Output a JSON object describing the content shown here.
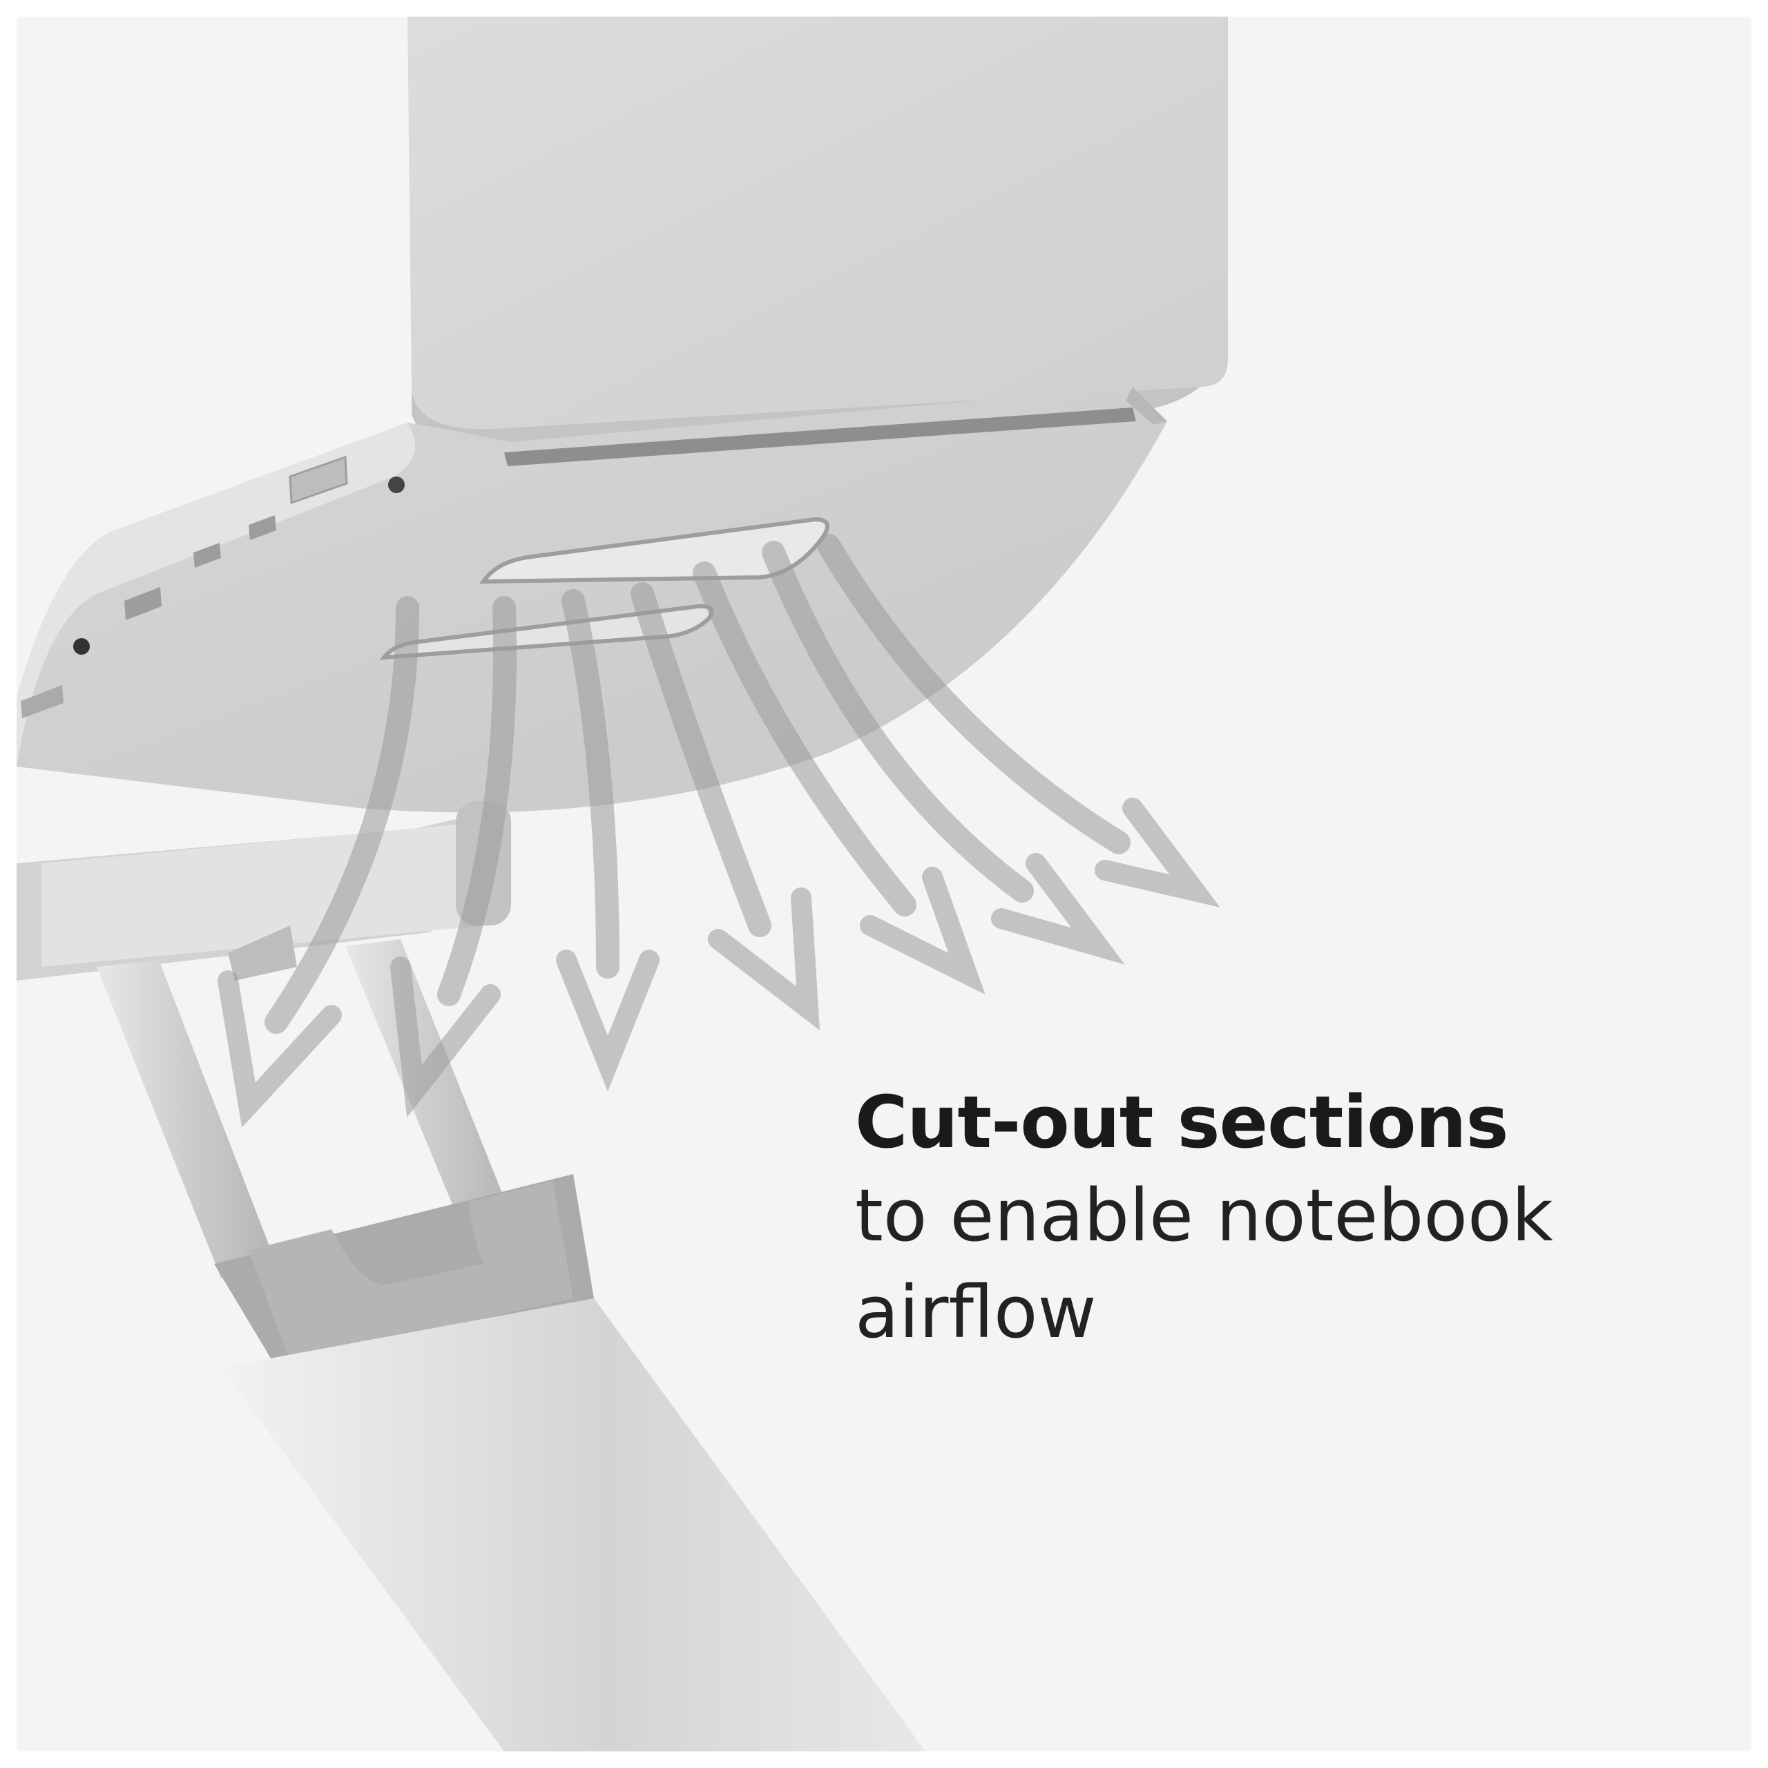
{
  "caption": {
    "headline": "Cut-out sections",
    "line1": "to enable notebook",
    "line2": "airflow"
  },
  "palette": {
    "background": "#f4f4f4",
    "border": "#ffffff",
    "aluminum_light": "#e6e6e6",
    "aluminum_mid": "#cfcfcf",
    "aluminum_dark": "#a9a9a9",
    "airflow_arrows": "#9a9a9a",
    "text": "#1a1a1a"
  },
  "icons": [
    "laptop-illustration",
    "laptop-stand-illustration",
    "airflow-arrow-icon"
  ]
}
